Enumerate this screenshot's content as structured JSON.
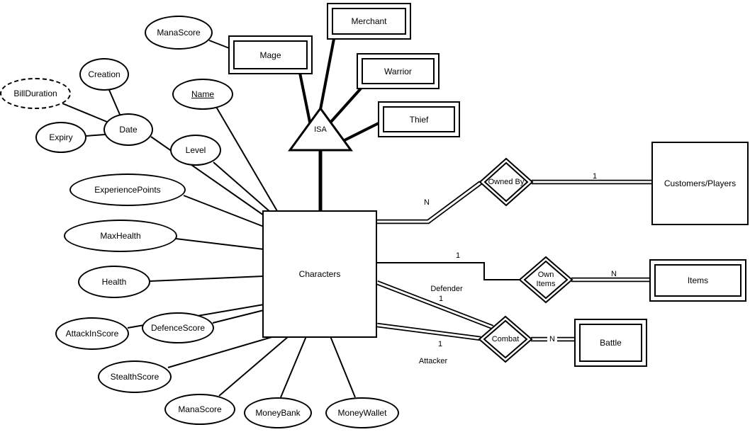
{
  "diagram": {
    "kind": "entity-relationship-diagram",
    "colors": {
      "stroke": "#000000",
      "fill": "#ffffff",
      "text": "#000000"
    }
  },
  "entities": [
    {
      "label": "Merchant",
      "style": "double-rect"
    },
    {
      "label": "Mage",
      "style": "double-rect"
    },
    {
      "label": "Warrior",
      "style": "double-rect"
    },
    {
      "label": "Thief",
      "style": "double-rect"
    },
    {
      "label": "Characters",
      "style": "rect"
    },
    {
      "label": "Customers/Players",
      "style": "rect"
    },
    {
      "label": "Items",
      "style": "double-rect"
    },
    {
      "label": "Battle",
      "style": "double-rect"
    }
  ],
  "attributes": [
    {
      "label": "ManaScore",
      "style": "ellipse"
    },
    {
      "label": "Creation",
      "style": "ellipse"
    },
    {
      "label": "BillDuration",
      "style": "dashed-ellipse"
    },
    {
      "label": "Expiry",
      "style": "ellipse"
    },
    {
      "label": "Date",
      "style": "ellipse"
    },
    {
      "label": "Name",
      "style": "ellipse-underlined"
    },
    {
      "label": "Level",
      "style": "ellipse"
    },
    {
      "label": "ExperiencePoints",
      "style": "ellipse"
    },
    {
      "label": "MaxHealth",
      "style": "ellipse"
    },
    {
      "label": "Health",
      "style": "ellipse"
    },
    {
      "label": "AttackInScore",
      "style": "ellipse"
    },
    {
      "label": "DefenceScore",
      "style": "ellipse"
    },
    {
      "label": "StealthScore",
      "style": "ellipse"
    },
    {
      "label": "ManaScore",
      "style": "ellipse"
    },
    {
      "label": "MoneyBank",
      "style": "ellipse"
    },
    {
      "label": "MoneyWallet",
      "style": "ellipse"
    }
  ],
  "relationships": [
    {
      "label": "Owned By",
      "style": "double-diamond"
    },
    {
      "label": "Own Items",
      "style": "double-diamond"
    },
    {
      "label": "Combat",
      "style": "double-diamond"
    }
  ],
  "isa": {
    "label": "ISA"
  },
  "edge_labels": {
    "owned_by_n": "N",
    "owned_by_one": "1",
    "own_items_one": "1",
    "own_items_n": "N",
    "defender": "Defender",
    "defender_one": "1",
    "attacker_one": "1",
    "attacker": "Attacker",
    "combat_n": "N"
  },
  "connections": [
    {
      "from": "Characters",
      "to": "Owned By",
      "cardinality": "N",
      "line": "double"
    },
    {
      "from": "Owned By",
      "to": "Customers/Players",
      "cardinality": "1",
      "line": "double"
    },
    {
      "from": "Characters",
      "to": "Own Items",
      "cardinality": "1",
      "line": "single"
    },
    {
      "from": "Own Items",
      "to": "Items",
      "cardinality": "N",
      "line": "double"
    },
    {
      "from": "Characters",
      "to": "Combat",
      "role": "Defender",
      "cardinality": "1",
      "line": "double"
    },
    {
      "from": "Characters",
      "to": "Combat",
      "role": "Attacker",
      "cardinality": "1",
      "line": "double"
    },
    {
      "from": "Combat",
      "to": "Battle",
      "cardinality": "N",
      "line": "double"
    },
    {
      "from": "ISA",
      "to": "Characters",
      "line": "thick"
    },
    {
      "from": "Merchant",
      "to": "ISA",
      "line": "thick"
    },
    {
      "from": "Mage",
      "to": "ISA",
      "line": "thick"
    },
    {
      "from": "Warrior",
      "to": "ISA",
      "line": "thick"
    },
    {
      "from": "Thief",
      "to": "ISA",
      "line": "thick"
    },
    {
      "from": "Date",
      "to": "Creation",
      "line": "single"
    },
    {
      "from": "Date",
      "to": "BillDuration",
      "line": "single"
    },
    {
      "from": "Date",
      "to": "Expiry",
      "line": "single"
    },
    {
      "from": "ManaScore",
      "to": "Mage",
      "line": "single"
    }
  ]
}
